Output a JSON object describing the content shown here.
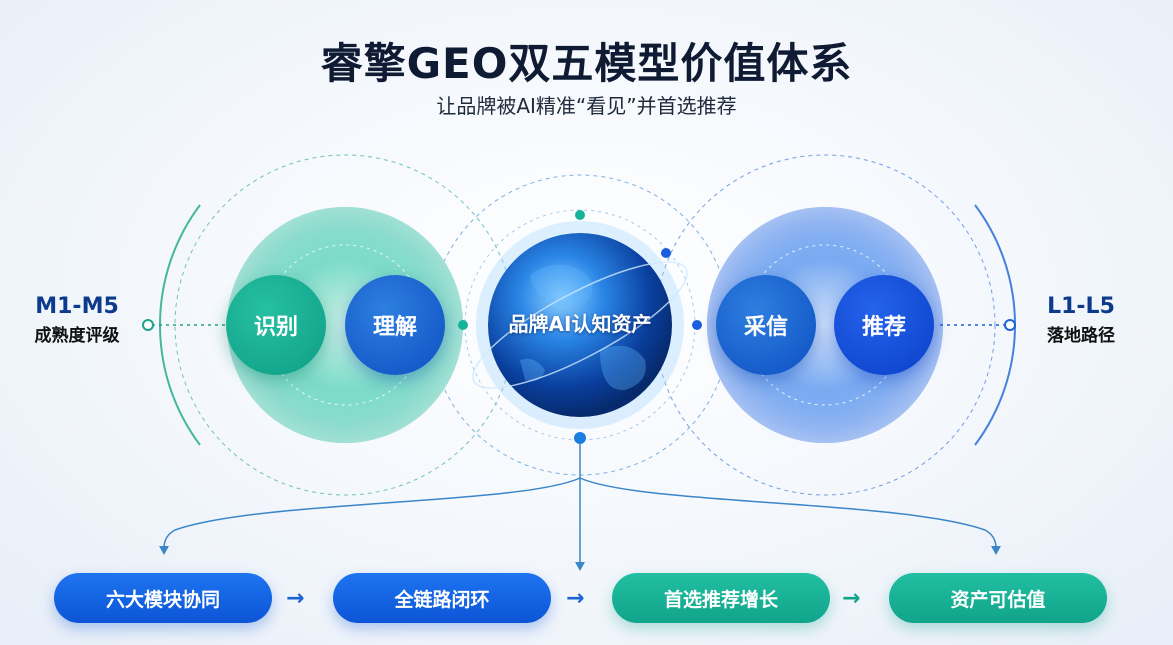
{
  "title": "睿擎GEO双五模型价值体系",
  "subtitle": "让品牌被AI精准“看见”并首选推荐",
  "left_side": {
    "code": "M1-M5",
    "desc": "成熟度评级"
  },
  "right_side": {
    "code": "L1-L5",
    "desc": "落地路径"
  },
  "circles": {
    "identify": "识别",
    "understand": "理解",
    "core": "品牌AI认知资产",
    "trust": "采信",
    "recommend": "推荐"
  },
  "flow": [
    "六大模块协同",
    "全链路闭环",
    "首选推荐增长",
    "资产可估值"
  ],
  "arrow_glyph": "→",
  "colors": {
    "teal": "#10a48b",
    "blue": "#0c55d6",
    "navy": "#0c3a8c",
    "line": "#3a86c8"
  }
}
